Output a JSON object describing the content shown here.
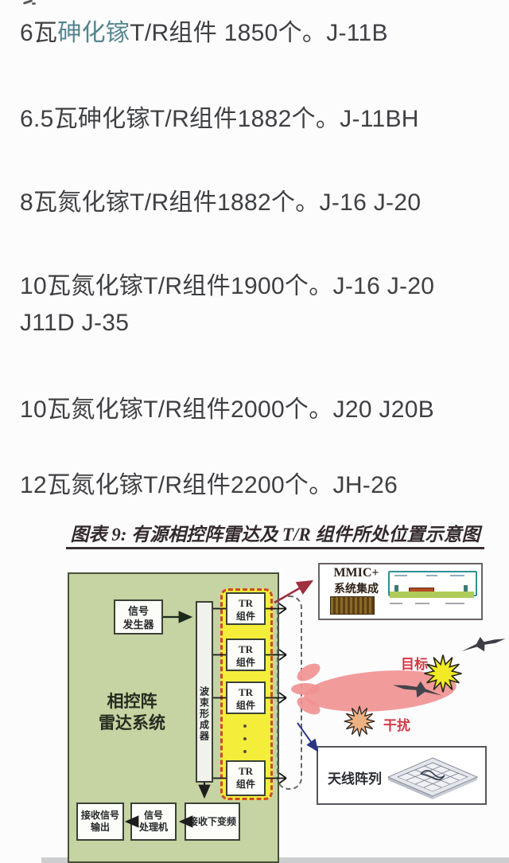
{
  "list": {
    "item1": {
      "prefix": "6瓦",
      "highlight": "砷化镓",
      "rest": "T/R组件 1850个。J-11B"
    },
    "item2": "6.5瓦砷化镓T/R组件1882个。J-11BH",
    "item3": "8瓦氮化镓T/R组件1882个。J-16 J-20",
    "item4": "10瓦氮化镓T/R组件1900个。J-16 J-20 J11D J-35",
    "item5": "10瓦氮化镓T/R组件2000个。J20 J20B",
    "item6": "12瓦氮化镓T/R组件2200个。JH-26"
  },
  "figure": {
    "caption": "图表 9: 有源相控阵雷达及 T/R 组件所处位置示意图",
    "diagram": {
      "system_line1": "相控阵",
      "system_line2": "雷达系统",
      "signal_generator_line1": "信号",
      "signal_generator_line2": "发生器",
      "beamformer": "波束形成器",
      "tr_line1": "TR",
      "tr_line2": "组件",
      "mmic_line1": "MMIC+",
      "mmic_line2": "系统集成",
      "target": "目标",
      "jamming": "干扰",
      "antenna_array": "天线阵列",
      "receive_out_line1": "接收信号",
      "receive_out_line2": "输出",
      "processor_line1": "信号",
      "processor_line2": "处理机",
      "downconvert": "接收下变频"
    }
  },
  "colors": {
    "highlight_link": "#53858e",
    "green_box": "#c6d3a2",
    "yellow_panel": "#f4ee3b",
    "dashed_border": "#cc4a28",
    "target_red": "#cf3a47",
    "beam_pink": "#f19393"
  }
}
